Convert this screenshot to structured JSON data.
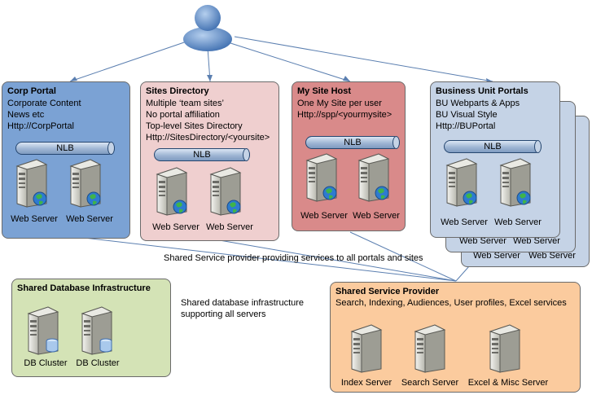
{
  "web_server_label": "Web Server",
  "nlb_label": "NLB",
  "db_cluster_label": "DB Cluster",
  "corp_portal": {
    "title": "Corp Portal",
    "lines": [
      "Corporate Content",
      "News etc",
      "Http://CorpPortal"
    ]
  },
  "sites_directory": {
    "title": "Sites Directory",
    "lines": [
      "Multiple ‘team sites’",
      "No portal affiliation",
      "Top-level Sites Directory",
      "Http://SitesDirectory/<yoursite>"
    ]
  },
  "my_site_host": {
    "title": "My Site Host",
    "lines": [
      "One My Site per user",
      "Http://spp/<yourmysite>"
    ]
  },
  "business_unit_portals": {
    "title": "Business Unit Portals",
    "lines": [
      "BU Webparts & Apps",
      "BU Visual Style",
      "Http://BUPortal"
    ]
  },
  "shared_service_caption": "Shared Service provider providing services to all portals and sites",
  "shared_db": {
    "title": "Shared Database Infrastructure",
    "caption_lines": [
      "Shared database infrastructure",
      "supporting all servers"
    ]
  },
  "ssp": {
    "title": "Shared Service Provider",
    "services": "Search, Indexing, Audiences, User profiles, Excel services",
    "servers": [
      "Index Server",
      "Search Server",
      "Excel & Misc Server"
    ]
  },
  "colors": {
    "corp_portal_fill": "#7ba2d4",
    "sites_directory_fill": "#efcfcf",
    "my_site_host_fill": "#d98a8a",
    "bu_portals_fill": "#c5d3e6",
    "shared_db_fill": "#d4e3b6",
    "ssp_fill": "#fbcb9e",
    "connector_color": "#5b7fb0"
  }
}
